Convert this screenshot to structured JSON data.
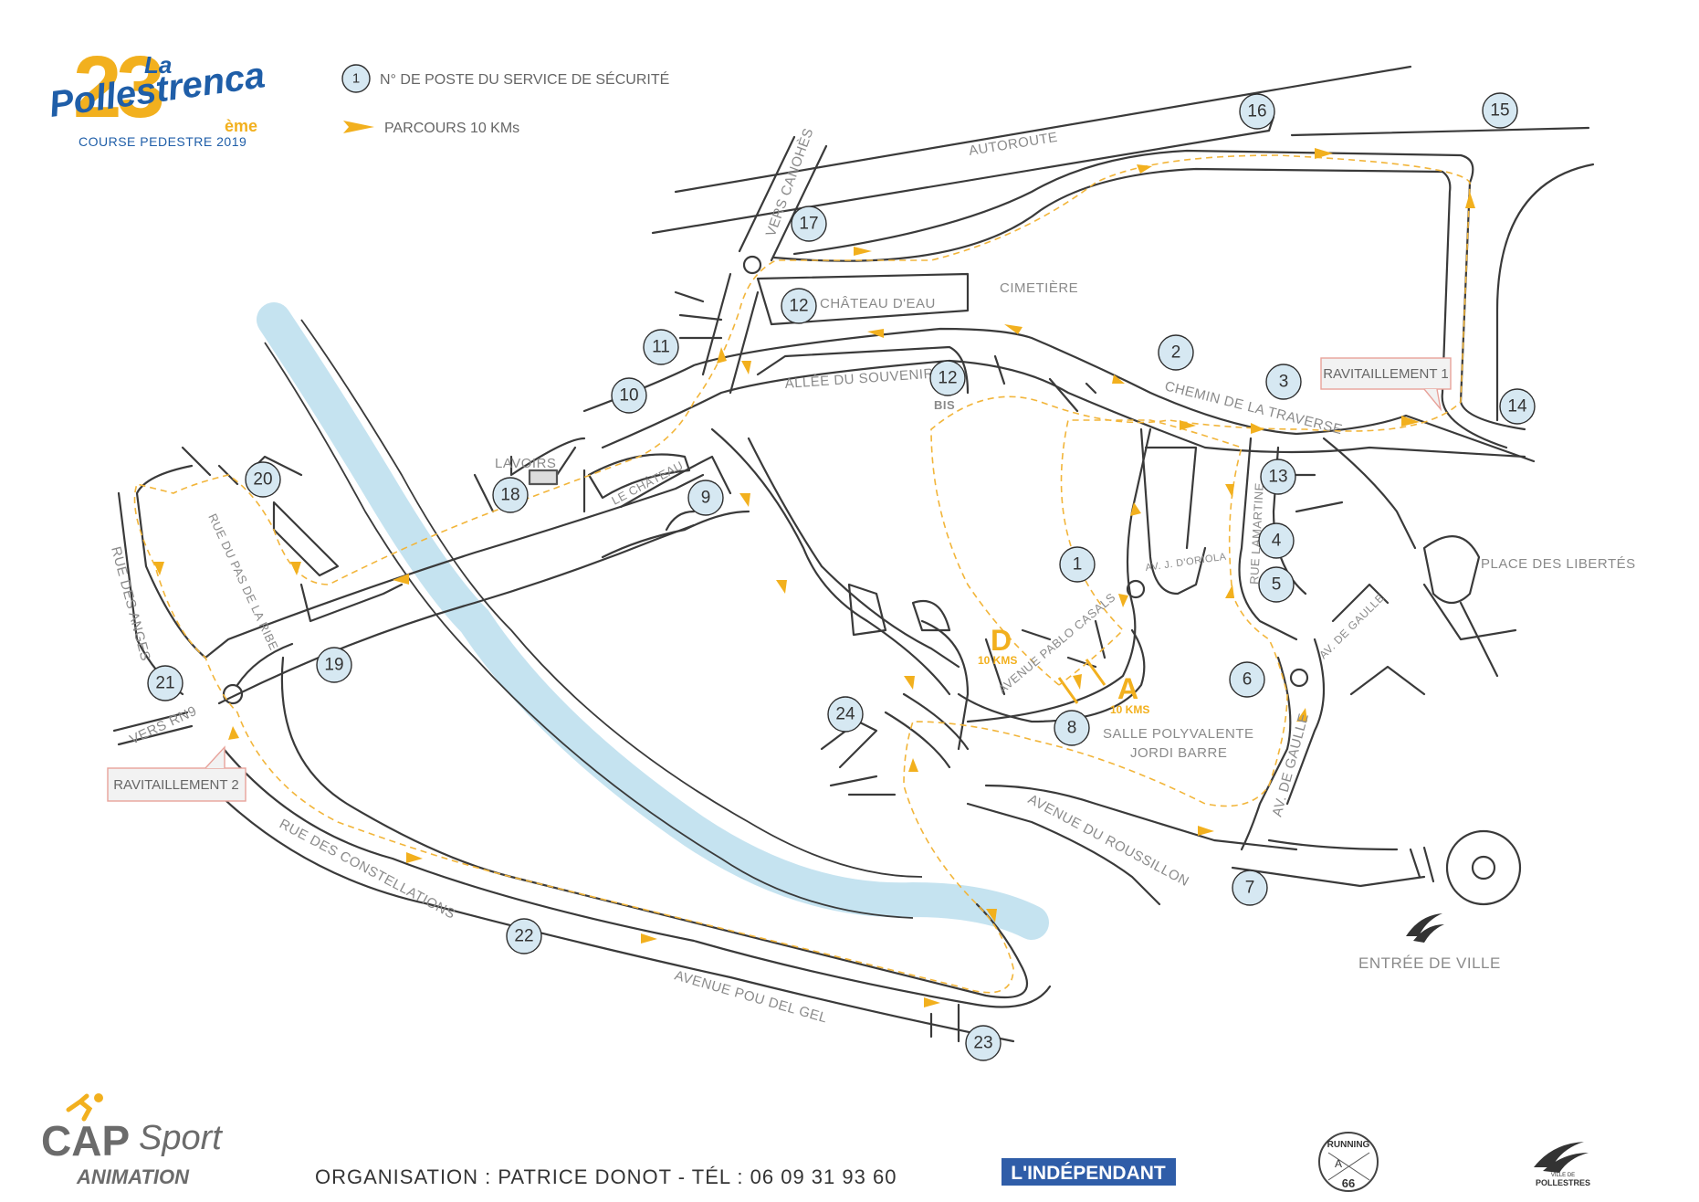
{
  "header": {
    "logo": {
      "la": "La",
      "number": "23",
      "name": "Pollestrenca",
      "suffix": "ème",
      "subtitle": "COURSE PEDESTRE 2019"
    },
    "legend": [
      {
        "symbol": "1",
        "label": "N° DE POSTE DU SERVICE DE SÉCURITÉ"
      },
      {
        "symbol": "arrow",
        "label": "PARCOURS 10 KMs"
      }
    ]
  },
  "map": {
    "colors": {
      "road": "#3a3a3a",
      "river": "#bfe0ee",
      "route": "#f2b53a",
      "post_fill": "#d6e8f2",
      "accent": "#f2b01e"
    },
    "streets": {
      "autoroute": "AUTOROUTE",
      "vers_canohes": "VERS CANOHÈS",
      "chateau_eau": "CHÂTEAU D'EAU",
      "cimetiere": "CIMETIÈRE",
      "allee_souvenir": "ALLÉE DU SOUVENIR",
      "bis": "BIS",
      "chemin_traverse": "CHEMIN DE LA TRAVERSE",
      "lavoirs": "LAVOIRS",
      "le_chateau": "LE CHÂTEAU",
      "rue_pas_ribe": "RUE DU PAS DE LA RIBE",
      "rue_anges": "RUE DES ANGES",
      "vers_rn9": "VERS RN9",
      "rue_lamartine": "RUE LAMARTINE",
      "av_oriola": "AV. J. D'ORIOLA",
      "place_libertes": "PLACE DES LIBERTÉS",
      "av_gaulle_short": "AV. DE GAULLE",
      "av_gaulle_long": "AV. DE GAULLE",
      "avenue_casals": "AVENUE PABLO CASALS",
      "salle_line1": "SALLE POLYVALENTE",
      "salle_line2": "JORDI BARRE",
      "avenue_roussillon": "AVENUE DU ROUSSILLON",
      "rue_constellations": "RUE DES CONSTELLATIONS",
      "avenue_pou": "AVENUE POU DEL GEL",
      "entree_ville": "ENTRÉE DE VILLE"
    },
    "start": {
      "letter": "D",
      "distance": "10 KMS"
    },
    "finish": {
      "letter": "A",
      "distance": "10 KMS"
    },
    "ravitaillements": [
      "RAVITAILLEMENT 1",
      "RAVITAILLEMENT 2"
    ],
    "posts": [
      "1",
      "2",
      "3",
      "4",
      "5",
      "6",
      "7",
      "8",
      "9",
      "10",
      "11",
      "12",
      "12",
      "13",
      "14",
      "15",
      "16",
      "17",
      "18",
      "19",
      "20",
      "21",
      "22",
      "23",
      "24"
    ]
  },
  "footer": {
    "cap_logo_main": "CAP",
    "cap_logo_script": "Sport",
    "cap_logo_sub": "ANIMATION",
    "organisation": "ORGANISATION : PATRICE DONOT - TÉL : 06 09 31 93 60",
    "independant": "L'INDÉPENDANT",
    "running_top": "RUNNING",
    "running_letters": "A",
    "running_num": "66",
    "ville_small": "VILLE DE",
    "ville_name": "POLLESTRES"
  }
}
